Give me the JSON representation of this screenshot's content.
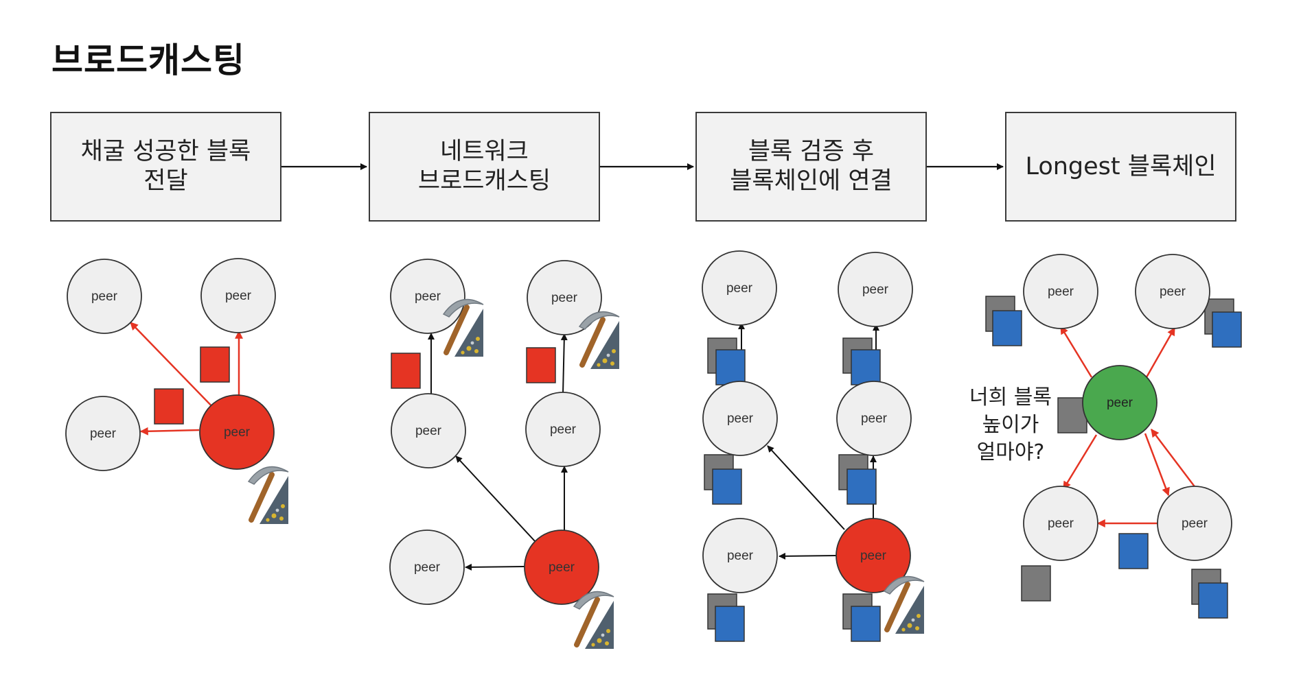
{
  "page": {
    "title": "브로드캐스팅"
  },
  "steps": [
    {
      "label": "채굴 성공한 블록\n전달"
    },
    {
      "label": "네트워크\n브로드캐스팅"
    },
    {
      "label": "블록 검증 후\n블록체인에 연결"
    },
    {
      "label": "Longest 블록체인"
    }
  ],
  "node_label": "peer",
  "question_text": "너희 블록\n높이가\n얼마야?",
  "colors": {
    "miner_node": "#e53423",
    "peer_node": "#efefef",
    "longest_node": "#4aa84e",
    "block_red": "#e53423",
    "block_blue": "#2f6fbf",
    "block_gray": "#7a7a7a",
    "arrow_red": "#e53423",
    "arrow_black": "#111111"
  },
  "icons": {
    "miner": "pickaxe-icon"
  }
}
